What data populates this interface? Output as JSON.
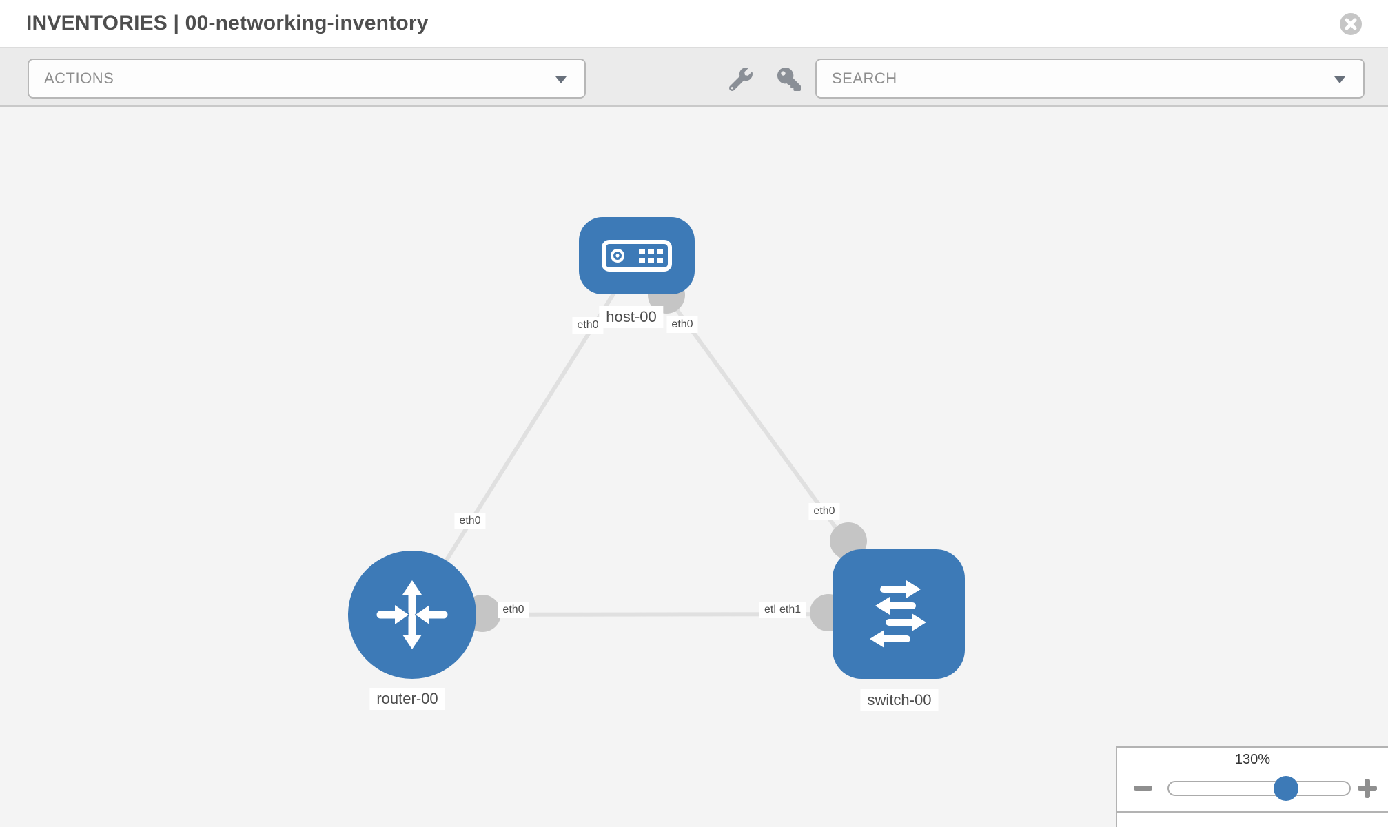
{
  "header": {
    "title": "INVENTORIES | 00-networking-inventory"
  },
  "toolbar": {
    "actions_dropdown": {
      "label": "ACTIONS"
    },
    "search_dropdown": {
      "placeholder": "SEARCH"
    },
    "icons": [
      "wrench-icon",
      "key-icon"
    ]
  },
  "colors": {
    "node_blue": "#3d7ab7",
    "endpoint_gray": "#c5c5c5",
    "link_gray": "#e0e0e0",
    "canvas_bg": "#f4f4f4",
    "toolbar_bg": "#ebebeb",
    "label_text": "#4c4c4c"
  },
  "topology": {
    "nodes": [
      {
        "label": "host-00",
        "type": "host"
      },
      {
        "label": "router-00",
        "type": "router"
      },
      {
        "label": "switch-00",
        "type": "switch"
      }
    ],
    "links": [
      {
        "from": "host-00",
        "to": "router-00",
        "from_interface": "eth0",
        "to_interface": "eth0"
      },
      {
        "from": "host-00",
        "to": "switch-00",
        "from_interface": "eth0",
        "to_interface": "eth0"
      },
      {
        "from": "router-00",
        "to": "switch-00",
        "from_interface": "eth0",
        "to_interface": "eth1",
        "overlap_interface": "eth0"
      }
    ]
  },
  "zoom_control": {
    "level": "130%"
  }
}
